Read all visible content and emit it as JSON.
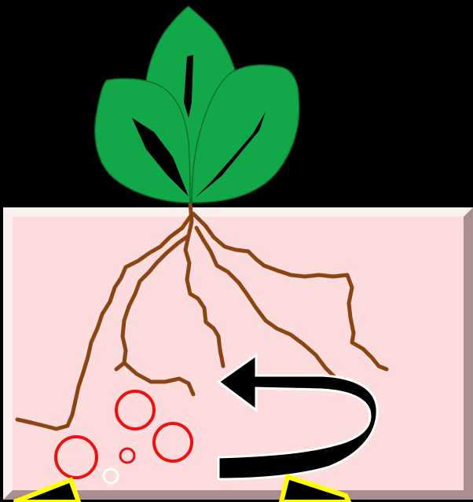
{
  "colors": {
    "background": "#000000",
    "soil_face": "#fcdcdc",
    "soil_bevel_light": "#fdeeee",
    "soil_bevel_mid": "#d9bcbc",
    "soil_bevel_dark": "#a88e8e",
    "leaf_fill": "#12a84a",
    "leaf_outline": "#0b6e2c",
    "root": "#8b4513",
    "nodule_outline": "#ee1111",
    "small_bubble_outline": "#ffffff",
    "cycle_arrow": "#000000",
    "cycle_arrow_outline": "#ffffff",
    "triangle_fill": "#000000",
    "triangle_outline": "#ffff00"
  },
  "elements": {
    "plant": "three-leaf-seedling",
    "soil": "soil-block",
    "roots": "root-system",
    "nodules": "root-nodule-circles",
    "cycle": "curved-return-arrow",
    "markers": "yellow-outlined-triangles"
  }
}
